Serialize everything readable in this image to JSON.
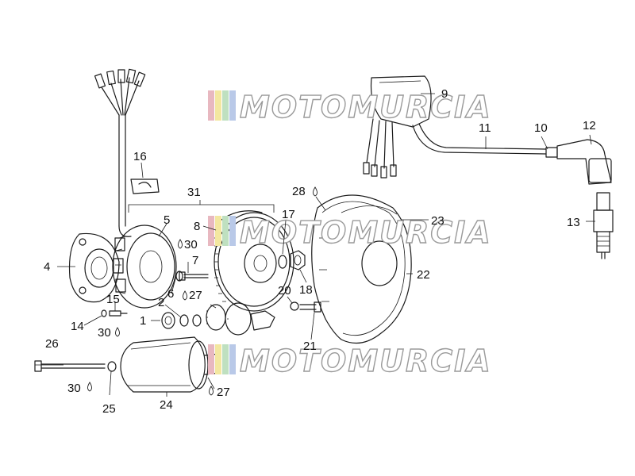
{
  "diagram": {
    "callouts": {
      "c1": "1",
      "c2": "2",
      "c4": "4",
      "c5": "5",
      "c6": "6",
      "c7": "7",
      "c8": "8",
      "c9": "9",
      "c10": "10",
      "c11": "11",
      "c12": "12",
      "c13": "13",
      "c14": "14",
      "c15": "15",
      "c16": "16",
      "c17": "17",
      "c18": "18",
      "c20": "20",
      "c21": "21",
      "c22": "22",
      "c23": "23",
      "c24": "24",
      "c25": "25",
      "c26": "26",
      "c27a": "27",
      "c27b": "27",
      "c28": "28",
      "c30a": "30",
      "c30b": "30",
      "c30c": "30",
      "c31": "31"
    },
    "watermark": {
      "text": "MOTOMURCIA",
      "stripe_colors": [
        "#e8b8c0",
        "#f3e7a0",
        "#bfe0c0",
        "#b9c9e8"
      ]
    }
  }
}
